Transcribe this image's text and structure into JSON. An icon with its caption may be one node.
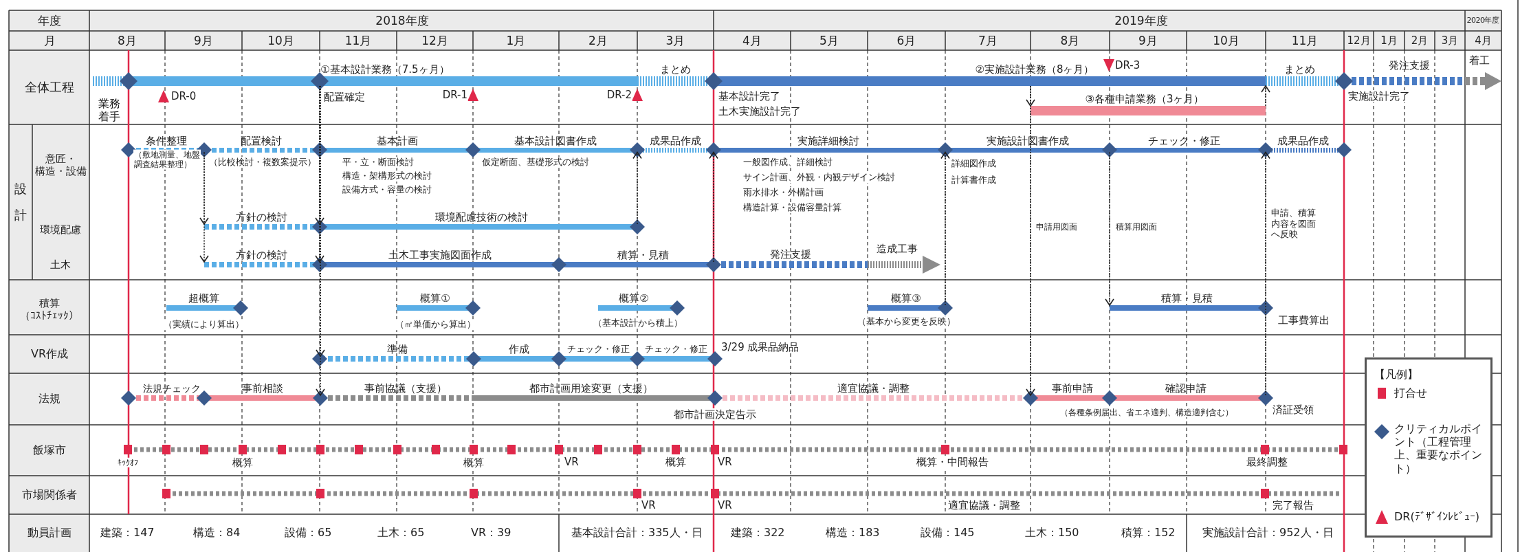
{
  "diagram": {
    "nodes": [
      {
        "text": [
          "①基本設計業務（7.5ヶ月）"
        ]
      },
      {
        "text": [
          "まとめ"
        ]
      },
      {
        "text": [
          "②実施設計業務（8ヶ月）"
        ]
      },
      {
        "text": [
          "まとめ"
        ]
      },
      {
        "text": [
          "発注支援"
        ]
      },
      {
        "text": [
          "③各種申請業務（3ヶ月）"
        ]
      },
      {
        "text": [
          "条件整理"
        ],
        "beside": [
          "（敷地測量、地盤調査結果整理）"
        ]
      },
      {
        "text": [
          "配置検討"
        ],
        "beside": [
          "（比較検討・複数案提示）"
        ]
      },
      {
        "text": [
          "基本計画"
        ],
        "beside": [
          "平・立・断面検討",
          "構造・架構形式の検討",
          "設備方式・容量の検討"
        ]
      },
      {
        "text": [
          "基本設計図書作成"
        ],
        "beside": [
          "仮定断面、基礎形式の検討"
        ]
      },
      {
        "text": [
          "成果品作成"
        ]
      },
      {
        "text": [
          "実施詳細検討"
        ],
        "beside": [
          "一般図作成、詳細検討",
          "サイン計画、外観・内観デザイン検討",
          "雨水排水・外構計画",
          "構造計算・設備容量計算"
        ]
      },
      {
        "text": [
          "実施設計図書作成"
        ],
        "beside": [
          "詳細図作成",
          "計算書作成"
        ]
      },
      {
        "text": [
          "チェック・修正"
        ]
      },
      {
        "text": [
          "成果品作成"
        ]
      },
      {
        "text": [
          "方針の検討"
        ]
      },
      {
        "text": [
          "環境配慮技術の検討"
        ]
      },
      {
        "text": [
          "方針の検討"
        ]
      },
      {
        "text": [
          "土木工事実施図面作成"
        ]
      },
      {
        "text": [
          "積算・見積"
        ]
      },
      {
        "text": [
          "発注支援"
        ]
      },
      {
        "text": [
          "造成工事"
        ]
      },
      {
        "text": [
          "超概算"
        ],
        "beside": [
          "（実績により算出）"
        ]
      },
      {
        "text": [
          "概算①"
        ],
        "beside": [
          "（㎡単価から算出）"
        ]
      },
      {
        "text": [
          "概算②"
        ],
        "beside": [
          "（基本設計から積上）"
        ]
      },
      {
        "text": [
          "概算③"
        ],
        "beside": [
          "（基本から変更を反映）"
        ]
      },
      {
        "text": [
          "積算・見積"
        ],
        "beside": [
          "工事費算出"
        ]
      },
      {
        "text": [
          "準備"
        ]
      },
      {
        "text": [
          "作成"
        ]
      },
      {
        "text": [
          "チェック・修正"
        ]
      },
      {
        "text": [
          "チェック・修正"
        ],
        "beside": [
          "3/29 成果品納品"
        ]
      },
      {
        "text": [
          "法規チェック"
        ]
      },
      {
        "text": [
          "事前相談"
        ]
      },
      {
        "text": [
          "事前協議（支援）"
        ]
      },
      {
        "text": [
          "都市計画用途変更（支援）"
        ],
        "beside": [
          "都市計画決定告示"
        ]
      },
      {
        "text": [
          "適宜協議・調整"
        ]
      },
      {
        "text": [
          "事前申請"
        ]
      },
      {
        "text": [
          "確認申請"
        ],
        "beside": [
          "（各種条例届出、省エネ適判、構造適判含む）",
          "済証受領"
        ]
      }
    ],
    "edges": [
      {
        "from": 0,
        "to": 16,
        "arrow": "to"
      },
      {
        "from": 0,
        "to": 18,
        "arrow": "to"
      },
      {
        "from": 0,
        "to": 27,
        "arrow": "to"
      },
      {
        "from": 0,
        "to": 33,
        "arrow": "to"
      },
      {
        "from": 7,
        "to": 15,
        "arrow": "to"
      },
      {
        "from": 7,
        "to": 17,
        "arrow": "to"
      },
      {
        "from": 16,
        "to": 10,
        "arrow": "to"
      },
      {
        "from": 19,
        "to": 10,
        "arrow": "to"
      },
      {
        "from": 25,
        "to": 11,
        "arrow": "to"
      },
      {
        "from": 2,
        "to": 5,
        "arrow": "to"
      },
      {
        "from": 2,
        "to": 36,
        "arrow": "to"
      },
      {
        "from": 5,
        "to": 3,
        "arrow": "to"
      },
      {
        "from": 12,
        "to": 26,
        "arrow": "to"
      },
      {
        "from": 37,
        "to": 13,
        "arrow": "to"
      }
    ],
    "labels": [
      "年度",
      "2018年度",
      "2019年度",
      "2020年度",
      "月",
      "8月",
      "9月",
      "10月",
      "11月",
      "12月",
      "1月",
      "2月",
      "3月",
      "4月",
      "5月",
      "6月",
      "7月",
      "8月",
      "9月",
      "10月",
      "11月",
      "12月",
      "1月",
      "2月",
      "3月",
      "4月",
      "全体工程",
      "設計",
      "意匠・構造・設備",
      "環境配慮",
      "土木",
      "積算（ｺｽﾄﾁｪｯｸ）",
      "VR作成",
      "法規",
      "飯塚市",
      "市場関係者",
      "動員計画",
      "業務着手",
      "DR-0",
      "配置確定",
      "DR-1",
      "DR-2",
      "基本設計完了",
      "土木実施設計完了",
      "DR-3",
      "実施設計完了",
      "着工",
      "申請用図面",
      "積算用図面",
      "申請、積算内容を図面へ反映",
      "ｷｯｸｵﾌ",
      "概算",
      "概算",
      "VR",
      "概算",
      "VR",
      "概算・中間報告",
      "最終調整",
      "VR",
      "VR",
      "適宜協議・調整",
      "完了報告",
      "建築：147",
      "構造：84",
      "設備：65",
      "土木：65",
      "VR：39",
      "基本設計合計：335人・日",
      "建築：322",
      "構造：183",
      "設備：145",
      "土木：150",
      "積算：152",
      "実施設計合計：952人・日",
      "【凡例】"
    ],
    "legend": [
      {
        "text": "打合せ",
        "color": "#e0284a"
      },
      {
        "text": "クリティカルポイント（工程管理上、重要なポイント）"
      },
      {
        "text": "DR(ﾃﾞｻﾞｲﾝﾚﾋﾞｭｰ)"
      }
    ]
  }
}
